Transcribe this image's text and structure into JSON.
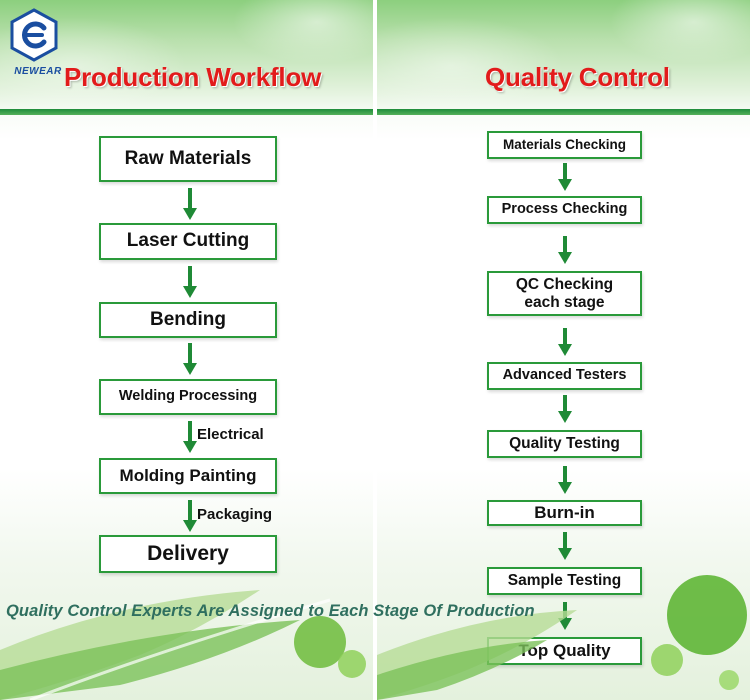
{
  "logo": {
    "text": "NEWEAR"
  },
  "left_panel": {
    "title": "Production Workflow",
    "steps": [
      "Raw Materials",
      "Laser Cutting",
      "Bending",
      "Welding Processing",
      "Molding Painting",
      "Delivery"
    ],
    "side_labels": [
      "Electrical",
      "Packaging"
    ]
  },
  "right_panel": {
    "title": "Quality Control",
    "steps": [
      "Materials Checking",
      "Process Checking",
      "QC Checking each stage",
      "Advanced Testers",
      "Quality Testing",
      "Burn-in",
      "Sample Testing",
      "Top Quality"
    ]
  },
  "banner": "Quality Control Experts Are Assigned to Each Stage Of Production",
  "colors": {
    "accent_green": "#2a9a3a",
    "title_red": "#e21b1b",
    "banner_text": "#2f6f5f",
    "logo_blue": "#1a4ea0"
  }
}
